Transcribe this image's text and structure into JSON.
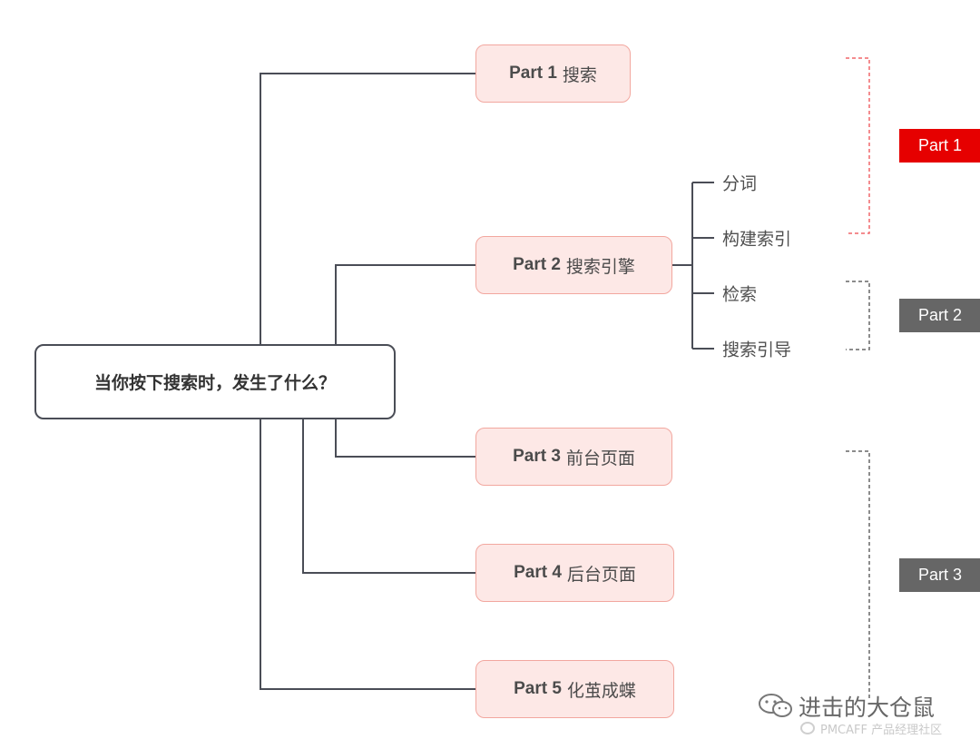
{
  "root": {
    "label": "当你按下搜索时，发生了什么？"
  },
  "parts": [
    {
      "num": "Part 1",
      "title": "搜索"
    },
    {
      "num": "Part 2",
      "title": "搜索引擎"
    },
    {
      "num": "Part 3",
      "title": "前台页面"
    },
    {
      "num": "Part 4",
      "title": "后台页面"
    },
    {
      "num": "Part 5",
      "title": "化茧成蝶"
    }
  ],
  "subitems": [
    "分词",
    "构建索引",
    "检索",
    "搜索引导"
  ],
  "section_tags": [
    {
      "label": "Part 1",
      "color": "#e60000"
    },
    {
      "label": "Part 2",
      "color": "#666666"
    },
    {
      "label": "Part 3",
      "color": "#666666"
    }
  ],
  "bracket_colors": {
    "part1": "#f0676a",
    "other": "#666666"
  },
  "line_color": "#4a4d56",
  "watermark": {
    "title": "进击的大仓鼠",
    "subtitle": "PMCAFF 产品经理社区"
  }
}
